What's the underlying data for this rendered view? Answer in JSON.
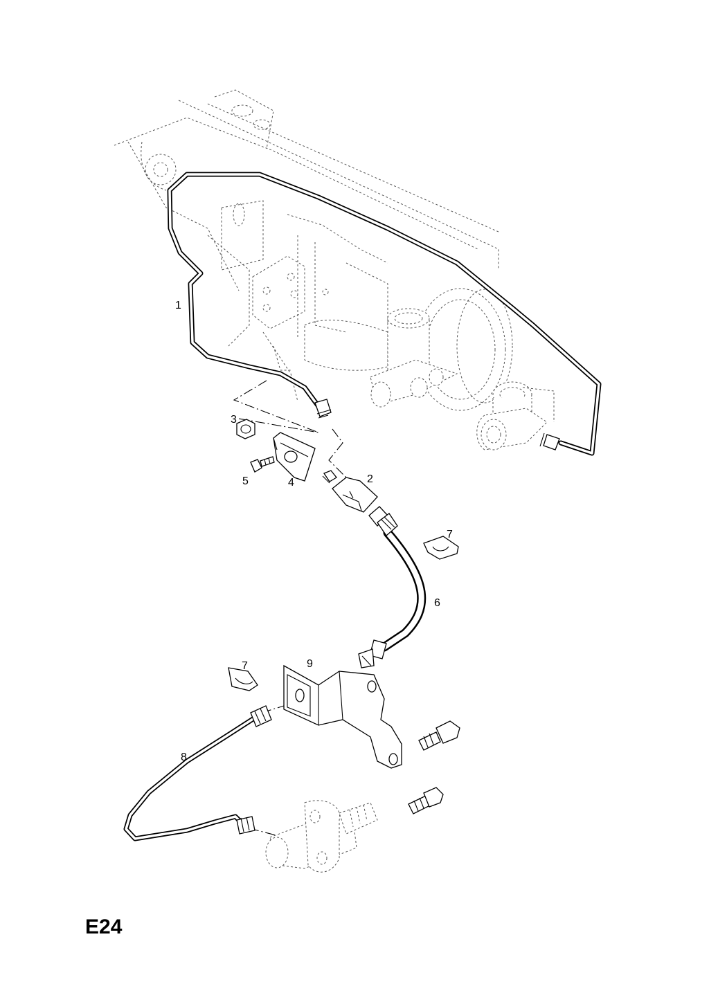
{
  "diagram": {
    "code": "E24",
    "callouts": {
      "c1": "1",
      "c2": "2",
      "c3": "3",
      "c4": "4",
      "c5": "5",
      "c6": "6",
      "c7a": "7",
      "c7b": "7",
      "c8": "8",
      "c9": "9"
    }
  }
}
